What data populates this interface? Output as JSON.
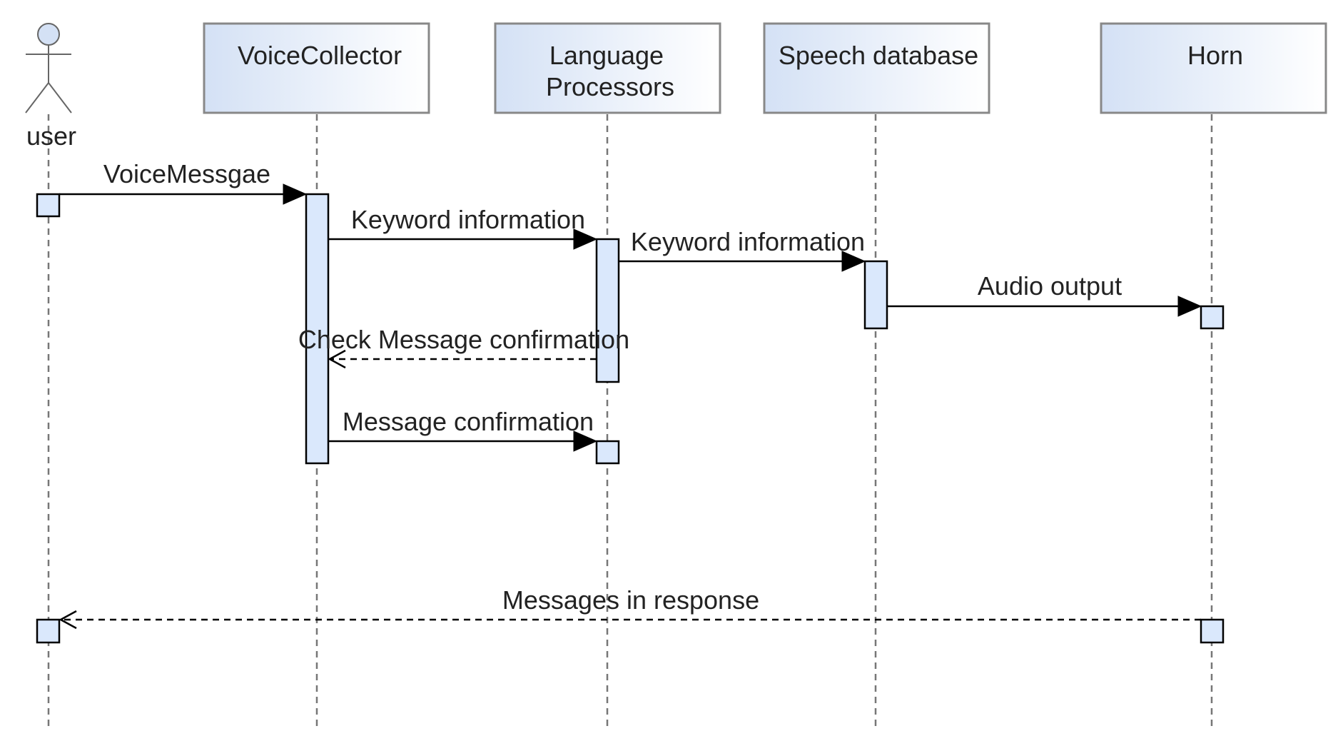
{
  "diagram": {
    "type": "sequence",
    "participants": [
      {
        "id": "user",
        "kind": "actor",
        "label": "user"
      },
      {
        "id": "vc",
        "kind": "box",
        "label": "VoiceCollector"
      },
      {
        "id": "lp",
        "kind": "box",
        "label": "Language\nProcessors"
      },
      {
        "id": "sd",
        "kind": "box",
        "label": "Speech database"
      },
      {
        "id": "horn",
        "kind": "box",
        "label": "Horn"
      }
    ],
    "messages": [
      {
        "from": "user",
        "to": "vc",
        "label": "VoiceMessgae",
        "style": "solid"
      },
      {
        "from": "vc",
        "to": "lp",
        "label": "Keyword information",
        "style": "solid"
      },
      {
        "from": "lp",
        "to": "sd",
        "label": "Keyword information",
        "style": "solid"
      },
      {
        "from": "sd",
        "to": "horn",
        "label": "Audio output",
        "style": "solid"
      },
      {
        "from": "lp",
        "to": "vc",
        "label": "Check Message confirmation",
        "style": "dashed"
      },
      {
        "from": "vc",
        "to": "lp",
        "label": "Message confirmation",
        "style": "solid"
      },
      {
        "from": "horn",
        "to": "user",
        "label": "Messages in response",
        "style": "dashed"
      }
    ],
    "colors": {
      "box_fill_start": "#d4e1f5",
      "box_fill_end": "#ffffff",
      "box_stroke": "#888888",
      "activation_fill": "#dae8fc",
      "line": "#000000",
      "lifeline": "#777777",
      "text": "#222222"
    }
  }
}
